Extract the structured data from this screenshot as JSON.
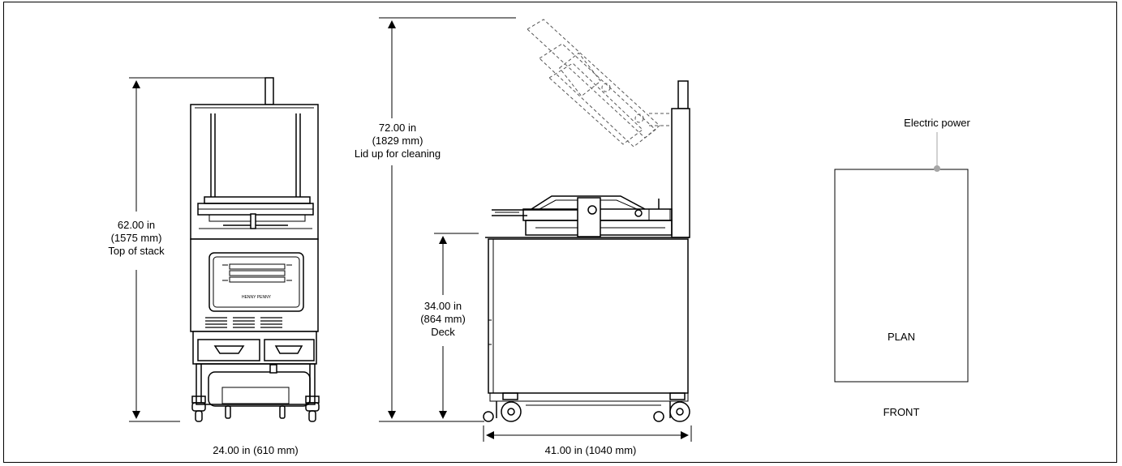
{
  "front_view": {
    "height_label": {
      "line1": "62.00 in",
      "line2": "(1575 mm)",
      "line3": "Top of stack"
    },
    "width_label": "24.00 in (610 mm)",
    "panel_brand": "HENNY PENNY"
  },
  "side_view": {
    "lid_height_label": {
      "line1": "72.00 in",
      "line2": "(1829 mm)",
      "line3": "Lid up for cleaning"
    },
    "deck_label": {
      "line1": "34.00 in",
      "line2": "(864 mm)",
      "line3": "Deck"
    },
    "depth_label": "41.00 in (1040 mm)"
  },
  "plan_view": {
    "power_label": "Electric power",
    "plan_label": "PLAN",
    "front_label": "FRONT"
  },
  "colors": {
    "line": "#000000",
    "dashed": "#555555",
    "power_dot": "#a6a6a6"
  }
}
